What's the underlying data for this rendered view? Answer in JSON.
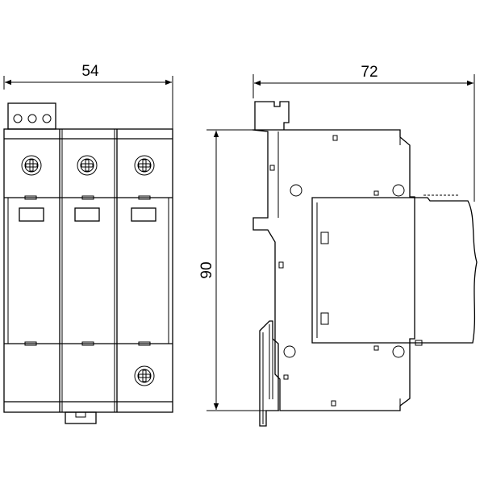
{
  "dimensions": {
    "width": "54",
    "depth": "72",
    "height": "90"
  },
  "colors": {
    "line": "#000000",
    "background": "#ffffff"
  }
}
